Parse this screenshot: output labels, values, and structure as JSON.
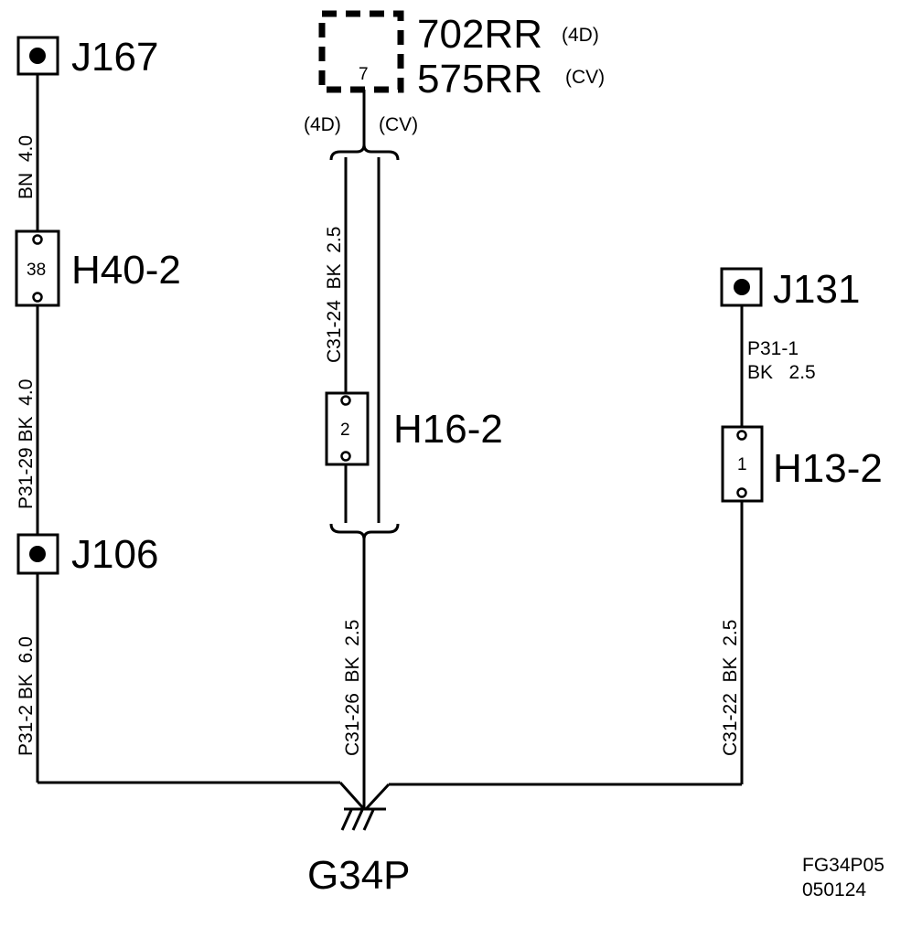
{
  "diagram": {
    "components": {
      "j167": "J167",
      "j106": "J106",
      "j131": "J131",
      "h40": "H40-2",
      "h16": "H16-2",
      "h13": "H13-2",
      "rr702": "702RR",
      "rr575": "575RR",
      "ground": "G34P"
    },
    "variants": {
      "rr702_tag": "(4D)",
      "rr575_tag": "(CV)",
      "branch_left": "(4D)",
      "branch_right": "(CV)"
    },
    "pins": {
      "rr": "7",
      "h40": "38",
      "h16": "2",
      "h13": "1"
    },
    "wires": {
      "bn_4_0": "BN  4.0",
      "p31_29": "P31-29 BK  4.0",
      "p31_2": "P31-2 BK  6.0",
      "c31_24": "C31-24  BK  2.5",
      "c31_26": "C31-26  BK  2.5",
      "c31_22": "C31-22  BK  2.5",
      "p31_1_line1": "P31-1",
      "p31_1_line2": "BK   2.5"
    },
    "figure": {
      "code": "FG34P05",
      "date": "050124"
    }
  }
}
